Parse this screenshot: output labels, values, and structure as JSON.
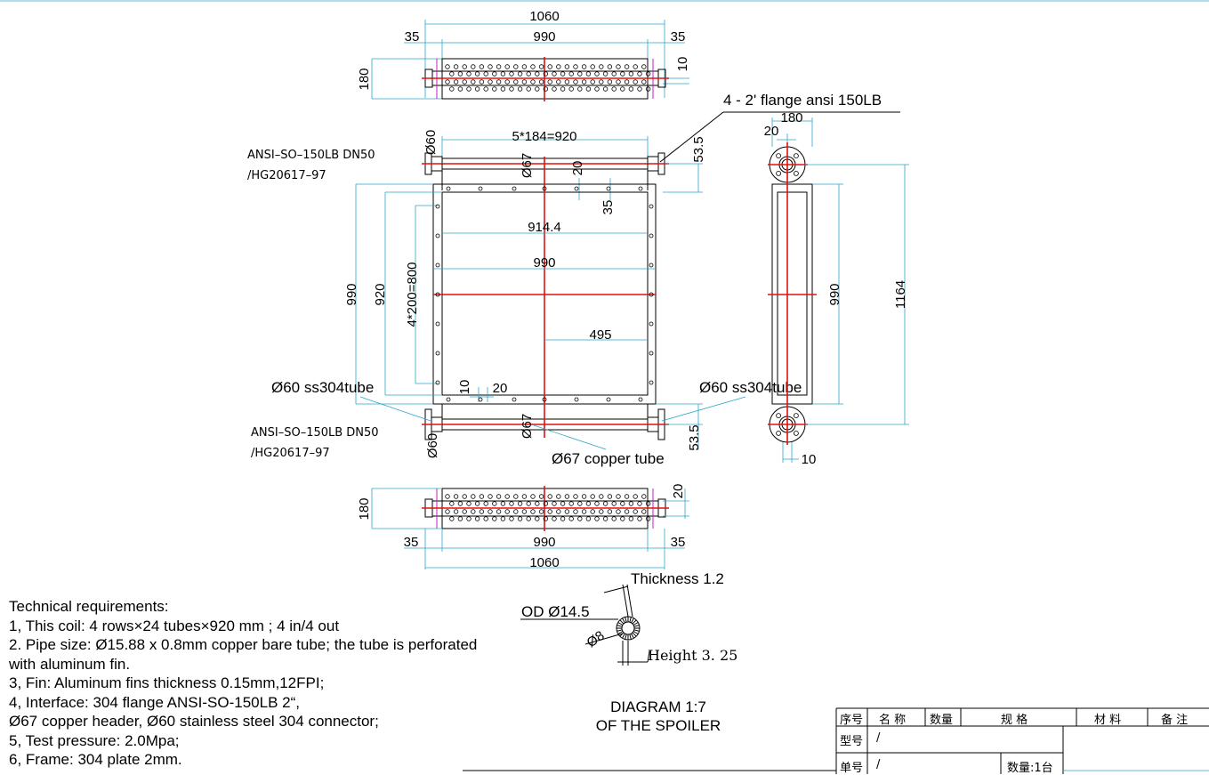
{
  "drawing": {
    "top_view": {
      "overall": "1060",
      "inner": "990",
      "left_offset": "35",
      "right_offset": "35",
      "height": "180",
      "flange_thk": "10"
    },
    "front_view": {
      "header_pitch": "5*184=920",
      "header_od": "Ø67",
      "flange_dia": "Ø60",
      "gap_20": "20",
      "gap_35": "35",
      "header_height": "53.5",
      "width_914": "914.4",
      "width_990": "990",
      "center_495": "495",
      "height_990": "990",
      "height_920": "920",
      "hole_pitch": "4*200=800",
      "bottom_10": "10",
      "bottom_20": "20"
    },
    "side_view": {
      "width": "180",
      "flange_20": "20",
      "height_990": "990",
      "height_1164": "1164",
      "bottom_10": "10"
    },
    "bottom_view": {
      "overall": "1060",
      "inner": "990",
      "left_offset": "35",
      "right_offset": "35",
      "height": "180",
      "gap_20": "20"
    },
    "labels": {
      "flange_spec": "4 - 2' flange ansi 150LB",
      "std_top_1": "ANSI–SO–150LB DN50",
      "std_top_2": "/HG20617–97",
      "std_bot_1": "ANSI–SO–150LB DN50",
      "std_bot_2": "/HG20617–97",
      "tube_left": "Ø60 ss304tube",
      "tube_right": "Ø60 ss304tube",
      "copper_tube": "Ø67 copper tube"
    },
    "fin_detail": {
      "thickness": "Thickness 1.2",
      "od": "OD Ø14.5",
      "id": "Ø8",
      "height": "Height 3. 25"
    }
  },
  "diagram_caption": {
    "line1": "DIAGRAM 1:7",
    "line2": "OF THE SPOILER"
  },
  "technical_requirements": {
    "title": "Technical requirements:",
    "lines": [
      "1, This coil: 4 rows×24 tubes×920 mm ; 4 in/4 out",
      "2. Pipe size: Ø15.88 x 0.8mm copper bare tube; the tube is perforated",
      "with aluminum fin.",
      "3, Fin: Aluminum fins thickness 0.15mm,12FPI;",
      "4, Interface: 304 flange ANSI-SO-150LB 2“,",
      "Ø67 copper header, Ø60 stainless steel 304 connector;",
      "5, Test pressure: 2.0Mpa;",
      "6, Frame: 304 plate 2mm."
    ]
  },
  "title_block": {
    "headers": [
      "序号",
      "名 称",
      "数量",
      "规 格",
      "材 料",
      "备 注"
    ],
    "model_label": "型号",
    "model_value": "/",
    "unit_label": "单号",
    "unit_value": "/",
    "qty_label": "数量:1台"
  },
  "colors": {
    "dimension": "#2aa6c8",
    "centerline": "#e01010",
    "marker": "#c020c0",
    "frame": "#2aa6c8"
  }
}
